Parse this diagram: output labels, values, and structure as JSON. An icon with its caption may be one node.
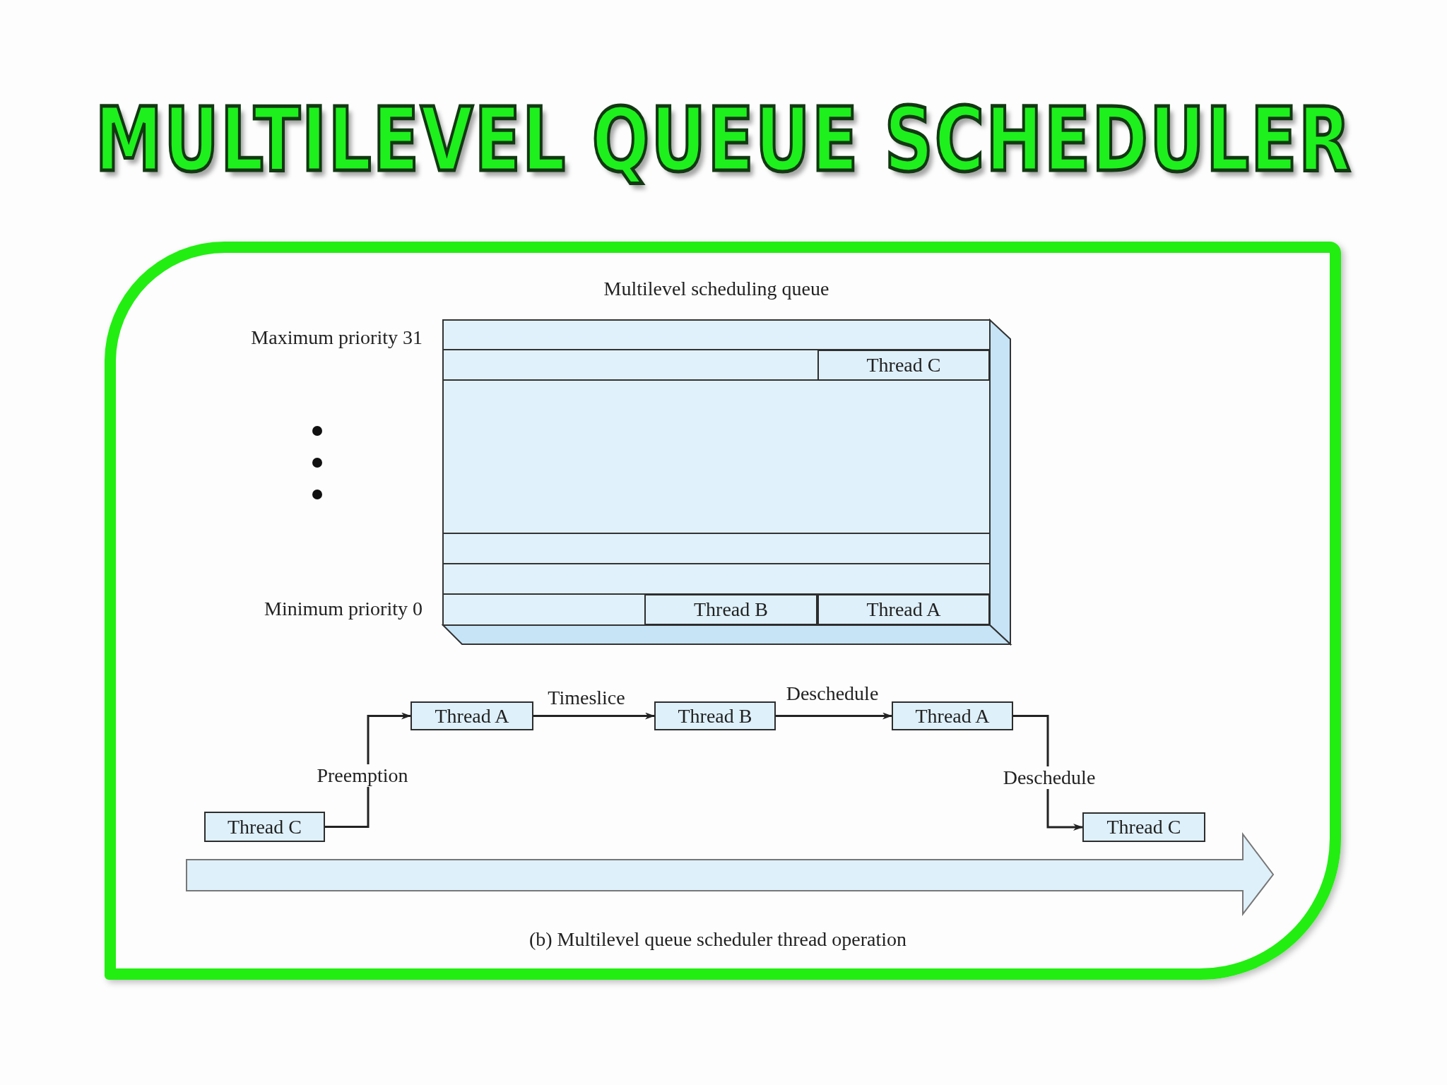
{
  "diagram": {
    "title": "MULTILEVEL QUEUE SCHEDULER",
    "caption": "(b) Multilevel queue scheduler thread operation",
    "nodes": [
      {
        "text": [
          "Multilevel scheduling queue"
        ]
      },
      {
        "text": [
          "Thread C"
        ],
        "in": 0
      },
      {
        "text": [
          "Thread B"
        ],
        "in": 0
      },
      {
        "text": [
          "Thread A"
        ],
        "in": 0
      },
      {
        "text": [
          "Thread A"
        ]
      },
      {
        "text": [
          "Thread B"
        ]
      },
      {
        "text": [
          "Thread A"
        ]
      },
      {
        "text": [
          "Thread C"
        ]
      },
      {
        "text": [
          "Thread C"
        ]
      }
    ],
    "edges": [
      {
        "from": 7,
        "to": 4,
        "arrow": "to",
        "label": "Preemption"
      },
      {
        "from": 4,
        "to": 5,
        "arrow": "to",
        "label": "Timeslice"
      },
      {
        "from": 5,
        "to": 6,
        "arrow": "to",
        "label": "Deschedule"
      },
      {
        "from": 6,
        "to": 8,
        "arrow": "to",
        "label": "Deschedule"
      }
    ],
    "labels": [
      "Maximum priority 31",
      "Minimum priority 0"
    ]
  }
}
